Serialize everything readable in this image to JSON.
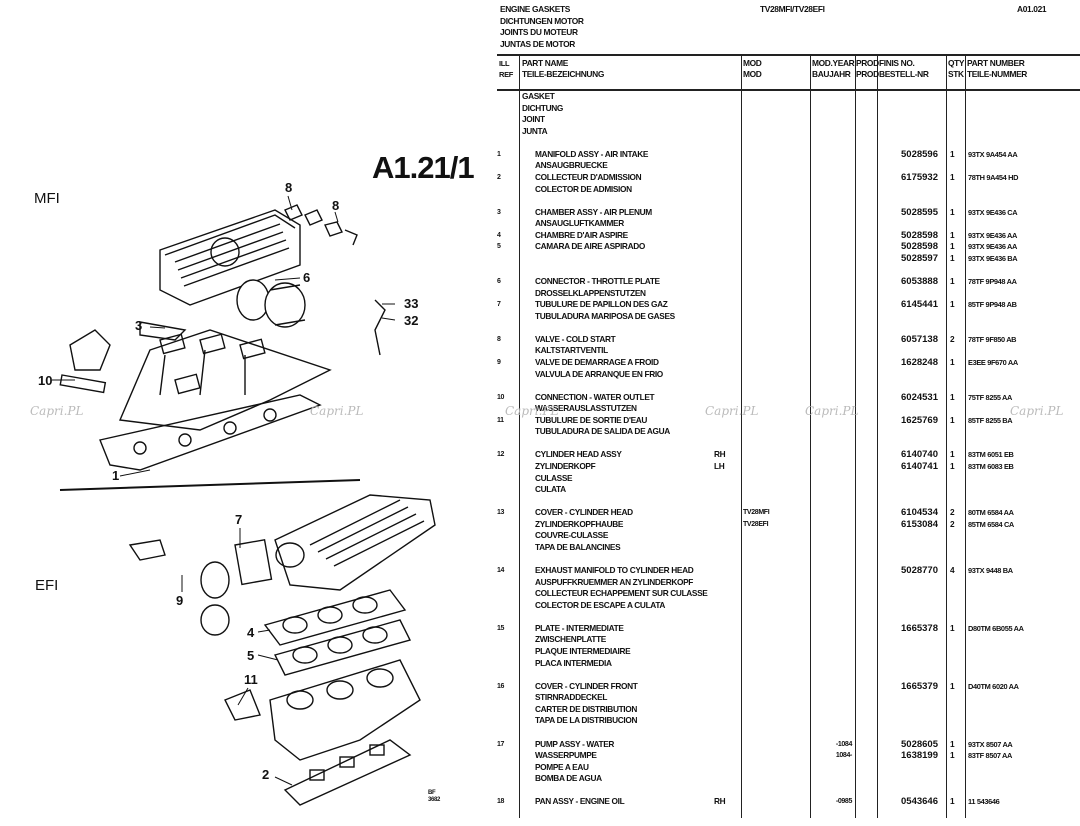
{
  "header": {
    "titles": [
      "ENGINE GASKETS",
      "DICHTUNGEN MOTOR",
      "JOINTS DU MOTEUR",
      "JUNTAS DE MOTOR"
    ],
    "models": "TV28MFI/TV28EFI",
    "page_code": "A01.021"
  },
  "columns": {
    "ill_ref": [
      "ILL",
      "REF"
    ],
    "part_name": [
      "PART NAME",
      "TEILE-BEZEICHNUNG"
    ],
    "mod": [
      "MOD",
      "MOD"
    ],
    "mod_year": [
      "MOD.YEAR",
      "BAUJAHR"
    ],
    "prod": [
      "PROD",
      "PROD"
    ],
    "fins": [
      "FINIS NO.",
      "BESTELL-NR"
    ],
    "qty": [
      "QTY",
      "STK"
    ],
    "part_number": [
      "PART NUMBER",
      "TEILE-NUMMER"
    ]
  },
  "rows": [
    {
      "name": "GASKET",
      "main": true
    },
    {
      "name": "DICHTUNG",
      "main": true
    },
    {
      "name": "JOINT",
      "main": true
    },
    {
      "name": "JUNTA",
      "main": true
    },
    {},
    {
      "ref": "1",
      "name": "MANIFOLD ASSY - AIR INTAKE",
      "fins": "5028596",
      "qty": "1",
      "pn": "93TX 9A454 AA"
    },
    {
      "name": "ANSAUGBRUECKE"
    },
    {
      "ref": "2",
      "name": "COLLECTEUR D'ADMISSION",
      "fins": "6175932",
      "qty": "1",
      "pn": "78TH 9A454 HD"
    },
    {
      "name": "COLECTOR DE ADMISION"
    },
    {},
    {
      "ref": "3",
      "name": "CHAMBER ASSY - AIR PLENUM",
      "fins": "5028595",
      "qty": "1",
      "pn": "93TX 9E436 CA"
    },
    {
      "name": "ANSAUGLUFTKAMMER"
    },
    {
      "ref": "4",
      "name": "CHAMBRE D'AIR ASPIRE",
      "fins": "5028598",
      "qty": "1",
      "pn": "93TX 9E436 AA"
    },
    {
      "ref": "5",
      "name": "CAMARA DE AIRE ASPIRADO",
      "fins": "5028598",
      "qty": "1",
      "pn": "93TX 9E436 AA"
    },
    {
      "fins": "5028597",
      "qty": "1",
      "pn": "93TX 9E436 BA"
    },
    {},
    {
      "ref": "6",
      "name": "CONNECTOR - THROTTLE PLATE",
      "fins": "6053888",
      "qty": "1",
      "pn": "78TF 9P948 AA"
    },
    {
      "name": "DROSSELKLAPPENSTUTZEN"
    },
    {
      "ref": "7",
      "name": "TUBULURE DE PAPILLON DES GAZ",
      "fins": "6145441",
      "qty": "1",
      "pn": "85TF 9P948 AB"
    },
    {
      "name": "TUBULADURA MARIPOSA DE GASES"
    },
    {},
    {
      "ref": "8",
      "name": "VALVE - COLD START",
      "fins": "6057138",
      "qty": "2",
      "pn": "78TF 9F850 AB"
    },
    {
      "name": "KALTSTARTVENTIL"
    },
    {
      "ref": "9",
      "name": "VALVE DE DEMARRAGE A FROID",
      "fins": "1628248",
      "qty": "1",
      "pn": "E3EE 9F670 AA"
    },
    {
      "name": "VALVULA DE ARRANQUE EN FRIO"
    },
    {},
    {
      "ref": "10",
      "name": "CONNECTION - WATER OUTLET",
      "fins": "6024531",
      "qty": "1",
      "pn": "75TF 8255 AA"
    },
    {
      "name": "WASSERAUSLASSTUTZEN"
    },
    {
      "ref": "11",
      "name": "TUBULURE DE SORTIE D'EAU",
      "fins": "1625769",
      "qty": "1",
      "pn": "85TF 8255 BA"
    },
    {
      "name": "TUBULADURA DE SALIDA DE AGUA"
    },
    {},
    {
      "ref": "12",
      "name": "CYLINDER HEAD ASSY",
      "side": "RH",
      "fins": "6140740",
      "qty": "1",
      "pn": "83TM 6051 EB"
    },
    {
      "name": "ZYLINDERKOPF",
      "side": "LH",
      "fins": "6140741",
      "qty": "1",
      "pn": "83TM 6083 EB"
    },
    {
      "name": "CULASSE"
    },
    {
      "name": "CULATA"
    },
    {},
    {
      "ref": "13",
      "name": "COVER - CYLINDER HEAD",
      "mod": "TV28MFI",
      "fins": "6104534",
      "qty": "2",
      "pn": "80TM 6584 AA"
    },
    {
      "name": "ZYLINDERKOPFHAUBE",
      "mod": "TV28EFI",
      "fins": "6153084",
      "qty": "2",
      "pn": "85TM 6584 CA"
    },
    {
      "name": "COUVRE-CULASSE"
    },
    {
      "name": "TAPA DE BALANCINES"
    },
    {},
    {
      "ref": "14",
      "name": "EXHAUST MANIFOLD TO CYLINDER HEAD",
      "fins": "5028770",
      "qty": "4",
      "pn": "93TX 9448 BA"
    },
    {
      "name": "AUSPUFFKRUEMMER AN ZYLINDERKOPF"
    },
    {
      "name": "COLLECTEUR ECHAPPEMENT SUR CULASSE"
    },
    {
      "name": "COLECTOR DE ESCAPE A CULATA"
    },
    {},
    {
      "ref": "15",
      "name": "PLATE - INTERMEDIATE",
      "fins": "1665378",
      "qty": "1",
      "pn": "D80TM 6B055 AA"
    },
    {
      "name": "ZWISCHENPLATTE"
    },
    {
      "name": "PLAQUE INTERMEDIAIRE"
    },
    {
      "name": "PLACA INTERMEDIA"
    },
    {},
    {
      "ref": "16",
      "name": "COVER - CYLINDER FRONT",
      "fins": "1665379",
      "qty": "1",
      "pn": "D40TM 6020 AA"
    },
    {
      "name": "STIRNRADDECKEL"
    },
    {
      "name": "CARTER DE DISTRIBUTION"
    },
    {
      "name": "TAPA DE LA DISTRIBUCION"
    },
    {},
    {
      "ref": "17",
      "name": "PUMP ASSY - WATER",
      "year": "-1084",
      "fins": "5028605",
      "qty": "1",
      "pn": "93TX 8507 AA"
    },
    {
      "name": "WASSERPUMPE",
      "year": "1084-",
      "fins": "1638199",
      "qty": "1",
      "pn": "83TF 8507 AA"
    },
    {
      "name": "POMPE A EAU"
    },
    {
      "name": "BOMBA DE AGUA"
    },
    {},
    {
      "ref": "18",
      "name": "PAN ASSY - ENGINE OIL",
      "side": "RH",
      "year": "-0985",
      "fins": "0543646",
      "qty": "1",
      "pn": "11 543646"
    }
  ],
  "diagram": {
    "figure_id": "A1.21/1",
    "sections": [
      "MFI",
      "EFI"
    ],
    "callouts": [
      "8",
      "8",
      "6",
      "33",
      "32",
      "3",
      "10",
      "1",
      "7",
      "9",
      "4",
      "5",
      "11",
      "2"
    ],
    "drawing_code": [
      "BF",
      "3682"
    ]
  },
  "watermark": "Capri.PL"
}
